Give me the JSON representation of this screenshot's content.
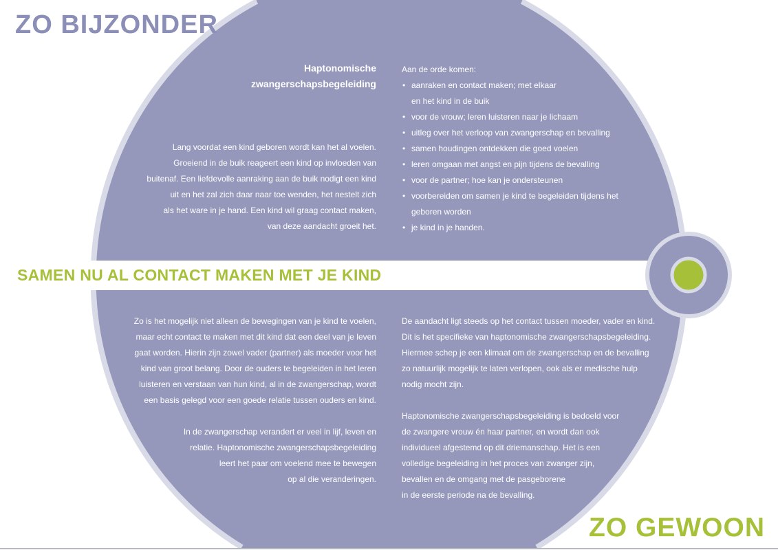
{
  "colors": {
    "purple": "#9598bb",
    "border": "#d9dae7",
    "green": "#a6c03a",
    "title_purple": "#8b8eb6"
  },
  "titles": {
    "top": "ZO BIJZONDER",
    "middle": "SAMEN NU AL CONTACT MAKEN MET JE KIND",
    "bottom": "ZO GEWOON"
  },
  "upper_left": {
    "heading": [
      "Haptonomische",
      "zwangerschapsbegeleiding"
    ],
    "paragraph": [
      "Lang voordat een kind geboren wordt kan het al voelen.",
      "Groeiend in de buik reageert een kind op invloeden van",
      "buitenaf. Een liefdevolle aanraking aan de buik nodigt een kind",
      "uit en het zal zich daar naar toe wenden, het nestelt zich",
      "als het ware in je hand. Een kind wil graag contact maken,",
      "van deze aandacht groeit het."
    ]
  },
  "upper_right": {
    "intro": "Aan de orde komen:",
    "bullets": [
      [
        "aanraken en contact maken; met elkaar",
        "en het kind in de buik"
      ],
      [
        "voor de vrouw; leren luisteren naar je lichaam"
      ],
      [
        "uitleg over het verloop van zwangerschap en bevalling"
      ],
      [
        "samen houdingen ontdekken die goed voelen"
      ],
      [
        "leren omgaan met angst en pijn tijdens de bevalling"
      ],
      [
        "voor de partner; hoe kan je ondersteunen"
      ],
      [
        "voorbereiden om samen je kind te begeleiden tijdens het",
        "geboren worden"
      ],
      [
        "je kind in je handen."
      ]
    ]
  },
  "lower_left": {
    "p1": [
      "Zo is het mogelijk niet alleen de bewegingen van je kind te voelen,",
      "maar echt contact te maken met dit kind dat een deel van je leven",
      "gaat worden. Hierin zijn zowel vader (partner) als moeder voor het",
      "kind van groot belang. Door de ouders te begeleiden in het leren",
      "luisteren en verstaan van hun kind, al in de zwangerschap, wordt",
      "een basis gelegd voor een goede relatie tussen ouders en kind."
    ],
    "p2": [
      "In de zwangerschap verandert er veel in lijf, leven en",
      "relatie. Haptonomische zwangerschapsbegeleiding",
      "leert het paar om voelend mee te bewegen",
      "op al die veranderingen."
    ]
  },
  "lower_right": {
    "p1": [
      "De aandacht ligt steeds op het contact tussen moeder, vader en kind.",
      "Dit is het specifieke van haptonomische zwangerschapsbegeleiding.",
      "Hiermee schep je een klimaat om de zwangerschap en de bevalling",
      "zo natuurlijk mogelijk te laten verlopen, ook als er medische hulp",
      "nodig mocht zijn."
    ],
    "p2": [
      "Haptonomische zwangerschapsbegeleiding is bedoeld voor",
      "de zwangere vrouw én haar partner, en wordt dan ook",
      "individueel afgestemd op dit driemanschap. Het is een",
      "volledige begeleiding in het proces van zwanger zijn,",
      "bevallen en de omgang met de pasgeborene",
      "in de eerste periode na de bevalling."
    ]
  }
}
